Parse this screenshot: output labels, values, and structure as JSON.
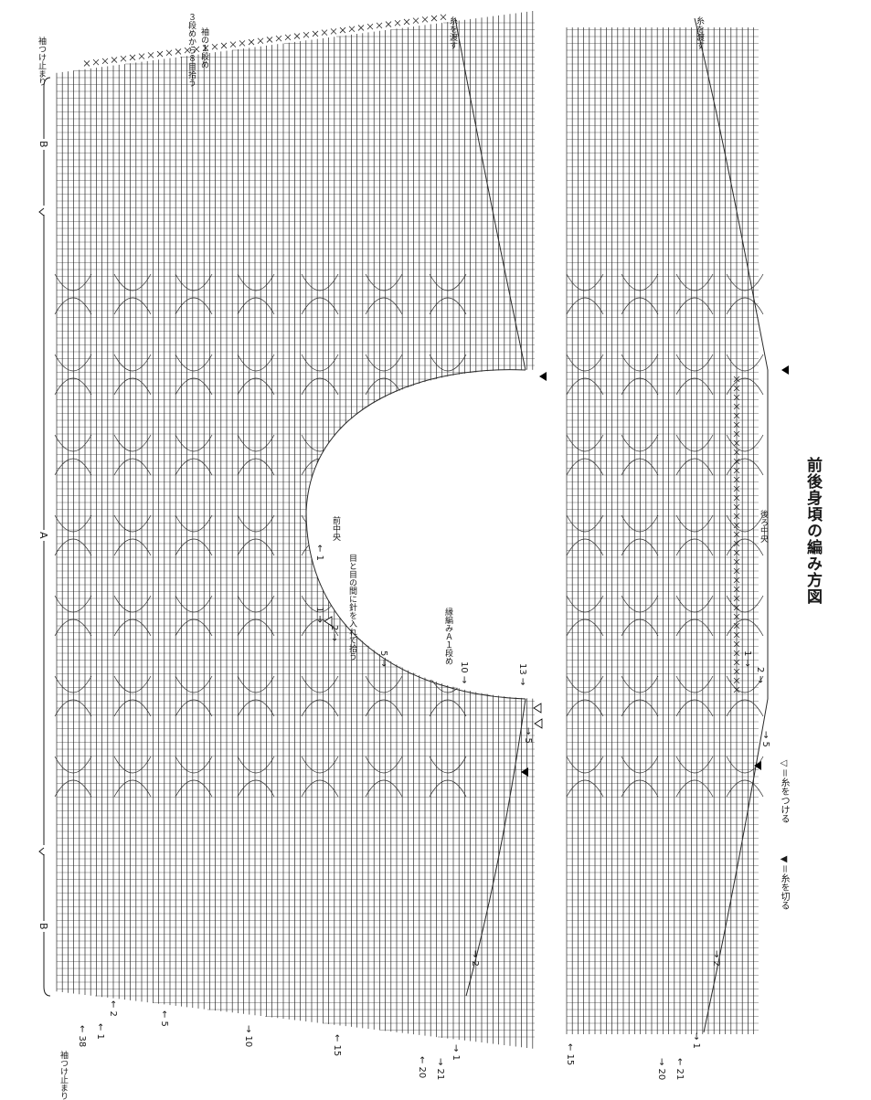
{
  "title": "前後身頃の編み方図",
  "legend": {
    "attach": "◁＝糸をつける",
    "cut": "◀＝糸を切る"
  },
  "annotations": {
    "thread_off_left": "糸を渡す",
    "thread_off_right": "糸を渡す",
    "sleeve_start_top": "袖の１段め",
    "sleeve_from_row": "３段めから８目拾う",
    "sleeve_attach_top": "袖つけ止まり",
    "sleeve_attach_bottom": "袖つけ止まり",
    "front_center": "前中央",
    "between_stitches": "目と目の間に針を入れて拾う",
    "edging_a": "縁編みＡ１段め",
    "back_center": "後ろ中央"
  },
  "section_labels": {
    "b_top": "B",
    "a_mid": "A",
    "b_bottom": "B"
  },
  "row_numbers_front": [
    "← 2",
    "← 1",
    "← 38",
    "← 5",
    "→ 10",
    "← 15",
    "→ 1",
    "← 20",
    "→ 21",
    "→ 2",
    "5 →",
    "10 →",
    "13 →",
    "→ 5",
    "1 →",
    "2 →",
    "← 1"
  ],
  "row_numbers_back": [
    "← 15",
    "→ 1",
    "→ 20",
    "← 21",
    "→ 2",
    "1 →",
    "2 →",
    "→ 5"
  ]
}
